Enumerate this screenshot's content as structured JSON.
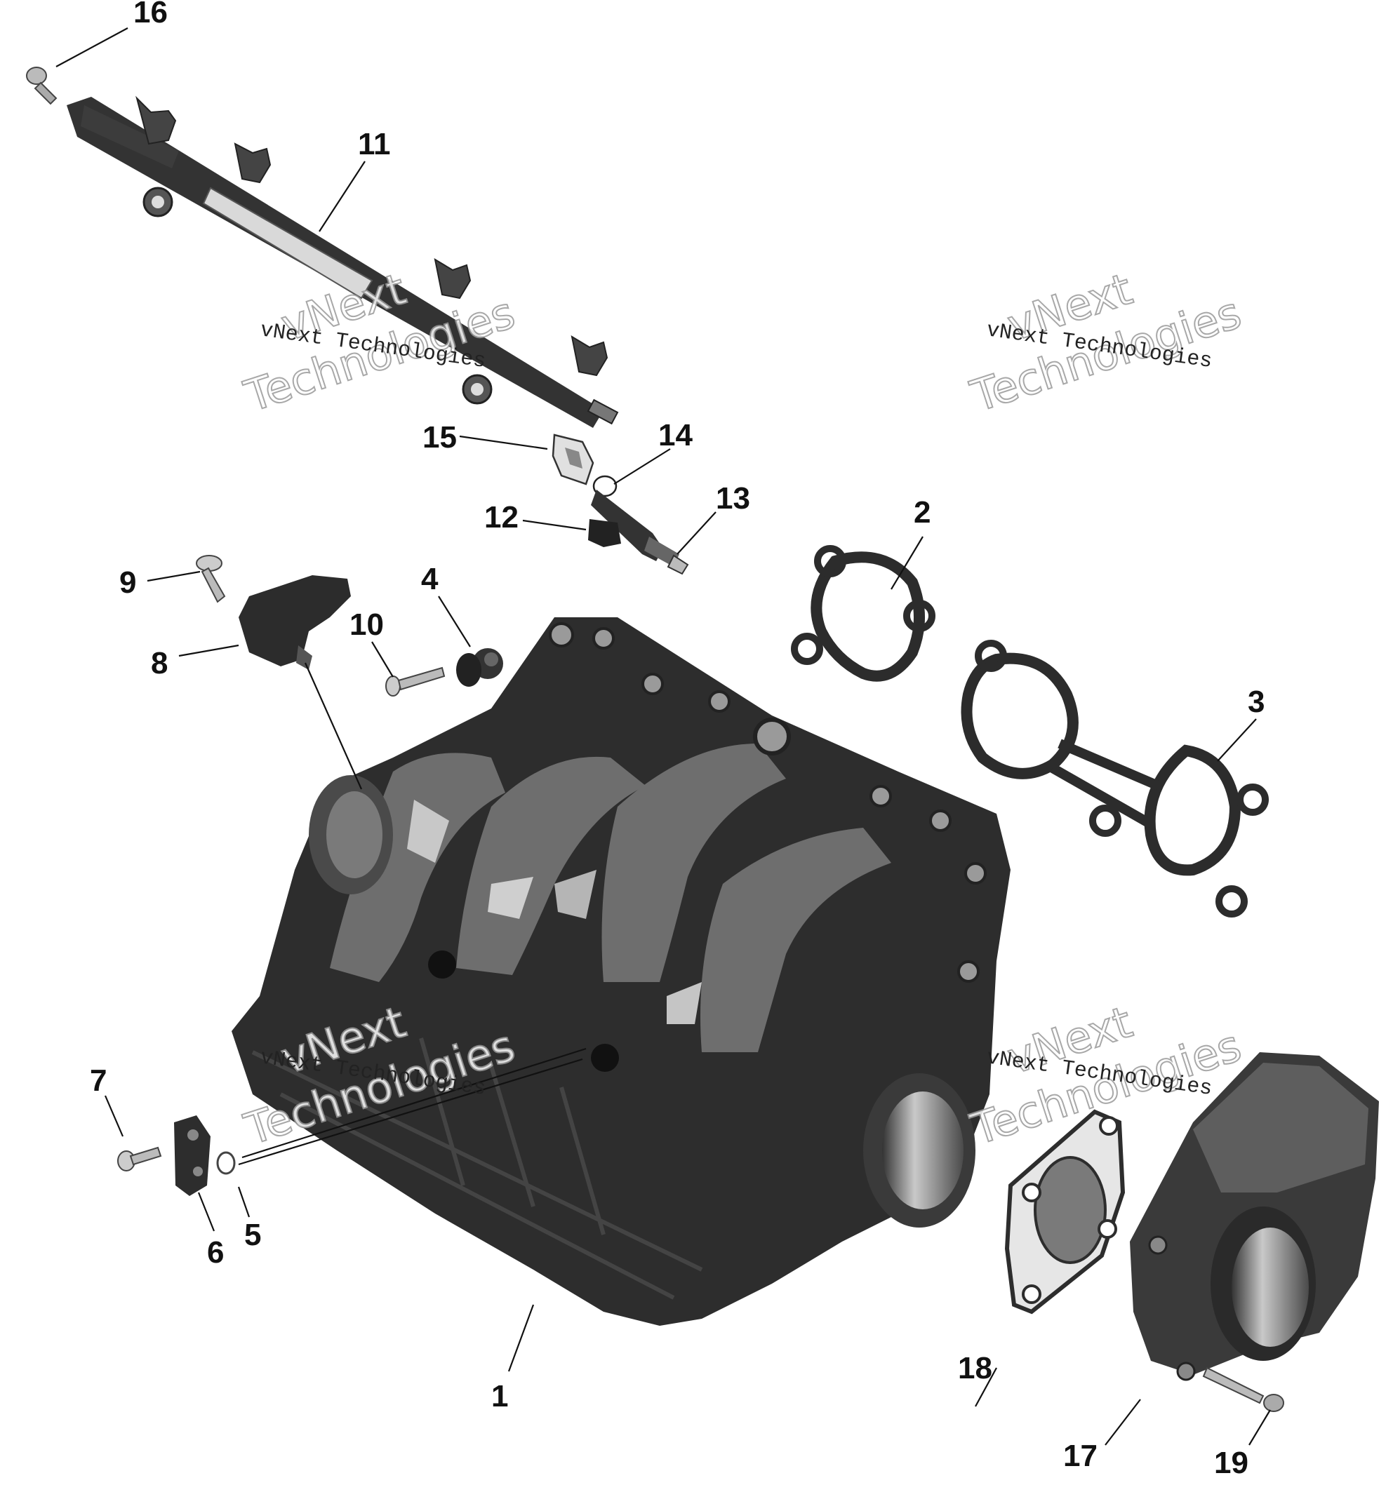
{
  "callouts": [
    {
      "id": "1",
      "label": "1"
    },
    {
      "id": "2",
      "label": "2"
    },
    {
      "id": "3",
      "label": "3"
    },
    {
      "id": "4",
      "label": "4"
    },
    {
      "id": "5",
      "label": "5"
    },
    {
      "id": "6",
      "label": "6"
    },
    {
      "id": "7",
      "label": "7"
    },
    {
      "id": "8",
      "label": "8"
    },
    {
      "id": "9",
      "label": "9"
    },
    {
      "id": "10",
      "label": "10"
    },
    {
      "id": "11",
      "label": "11"
    },
    {
      "id": "12",
      "label": "12"
    },
    {
      "id": "13",
      "label": "13"
    },
    {
      "id": "14",
      "label": "14"
    },
    {
      "id": "15",
      "label": "15"
    },
    {
      "id": "16",
      "label": "16"
    },
    {
      "id": "17",
      "label": "17"
    },
    {
      "id": "18",
      "label": "18"
    },
    {
      "id": "19",
      "label": "19"
    }
  ],
  "watermark": {
    "brand_line": "vNext",
    "small_line": "vNext Technologies",
    "big_line": "Technologies"
  },
  "colors": {
    "part_dark": "#2e2e2e",
    "part_mid": "#5a5a5a",
    "part_light": "#bdbdbd",
    "line": "#111111"
  }
}
